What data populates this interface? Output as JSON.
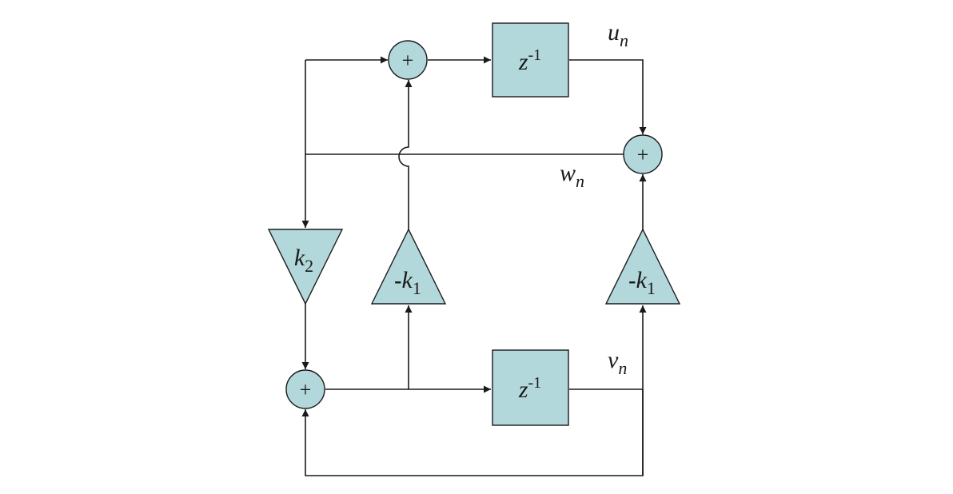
{
  "diagram": {
    "sum_symbol": "+",
    "delay_top": {
      "base": "z",
      "exponent": "-1"
    },
    "delay_bottom": {
      "base": "z",
      "exponent": "-1"
    },
    "gain_k2": {
      "symbol": "k",
      "subscript": "2"
    },
    "gain_left": {
      "sign": "-",
      "symbol": "k",
      "subscript": "1"
    },
    "gain_right": {
      "sign": "-",
      "symbol": "k",
      "subscript": "1"
    },
    "signal_u": {
      "symbol": "u",
      "subscript": "n"
    },
    "signal_w": {
      "symbol": "w",
      "subscript": "n"
    },
    "signal_v": {
      "symbol": "v",
      "subscript": "n"
    },
    "colors": {
      "block_fill": "#b3d8dc",
      "line": "#1a1a1a",
      "background": "#ffffff"
    }
  }
}
